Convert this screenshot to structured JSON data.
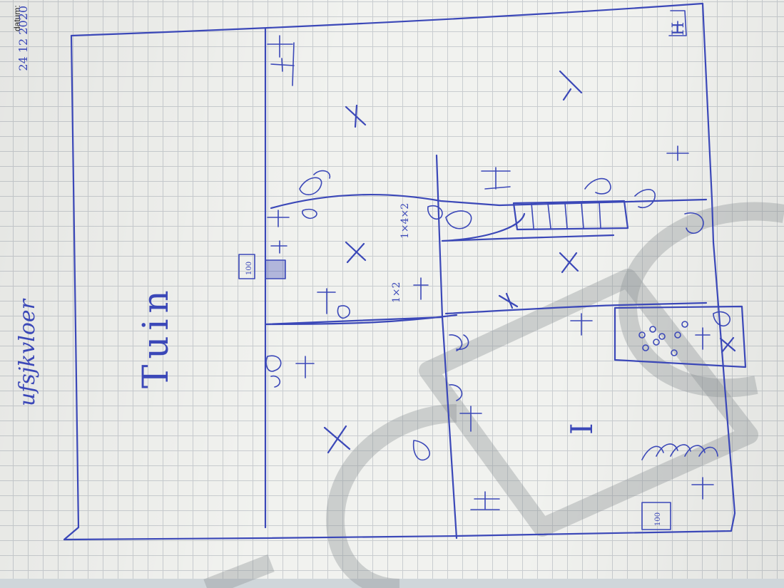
{
  "header": {
    "date_label": "datum:",
    "date_value": "24 12 2020"
  },
  "sketch": {
    "title": "Tuin",
    "side_note": "ufsjkvloer",
    "room_label": "I",
    "measure_1": "1×2",
    "measure_2": "1×4×2",
    "box_label_1": "100",
    "box_label_2": "100",
    "corner_label": "H"
  },
  "watermark": {
    "description": "light grey outline logo behind the sketch"
  }
}
